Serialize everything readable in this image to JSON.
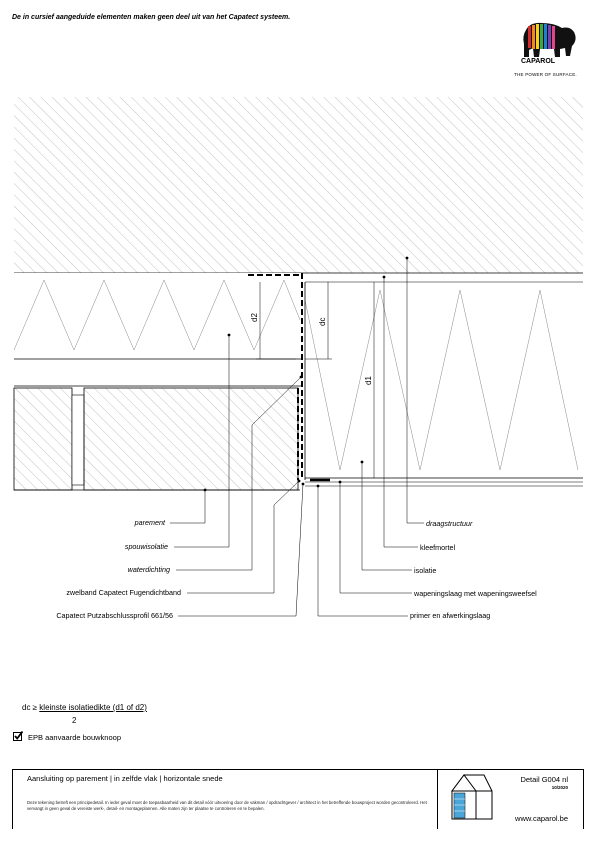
{
  "header_note": "De in cursief aangeduide elementen maken geen deel uit van het Capatect systeem.",
  "brand": {
    "name": "CAPAROL",
    "tagline": "THE POWER OF SURFACE."
  },
  "dimensions": {
    "d2": "d2",
    "dc": "dc",
    "d1": "d1"
  },
  "labels_left": [
    {
      "text": "parement",
      "italic": true
    },
    {
      "text": "spouwisolatie",
      "italic": true
    },
    {
      "text": "waterdichting",
      "italic": true
    },
    {
      "text": "zwelband Capatect Fugendichtband",
      "italic": false
    },
    {
      "text": "Capatect Putzabschlussprofil 661/56",
      "italic": false
    }
  ],
  "labels_right": [
    {
      "text": "draagstructuur",
      "italic": true
    },
    {
      "text": "kleefmortel",
      "italic": false
    },
    {
      "text": "isolatie",
      "italic": false
    },
    {
      "text": "wapeningslaag met wapeningsweefsel",
      "italic": false
    },
    {
      "text": "primer en afwerkingslaag",
      "italic": false
    }
  ],
  "formula": {
    "lhs": "dc ≥",
    "numerator": "kleinste isolatiedikte (d1 of d2)",
    "denominator": "2"
  },
  "epb": "EPB aanvaarde bouwknoop",
  "footer": {
    "title": "Aansluiting op parement | in zelfde vlak | horizontale snede",
    "disclaimer": "Deze tekening betreft een principedetail. In ieder geval moet de toepasbaarheid van dit detail vóór uitvoering door de vakman / opdrachtgever / architect in het betreffende bouwproject worden gecontroleerd. Het vervangt in geen geval de vereiste werk-, detail- en montageplannen. Alle maten zijn ter plaatse te controleren en te bepalen.",
    "detail_code": "Detail G004 nl",
    "date": "10/2020",
    "website": "www.caparol.be"
  },
  "colors": {
    "line": "#000000",
    "hatch": "#9a9a9a"
  },
  "icons": [
    "caparol-elephant-logo",
    "checkbox-checked-icon",
    "house-icon"
  ]
}
